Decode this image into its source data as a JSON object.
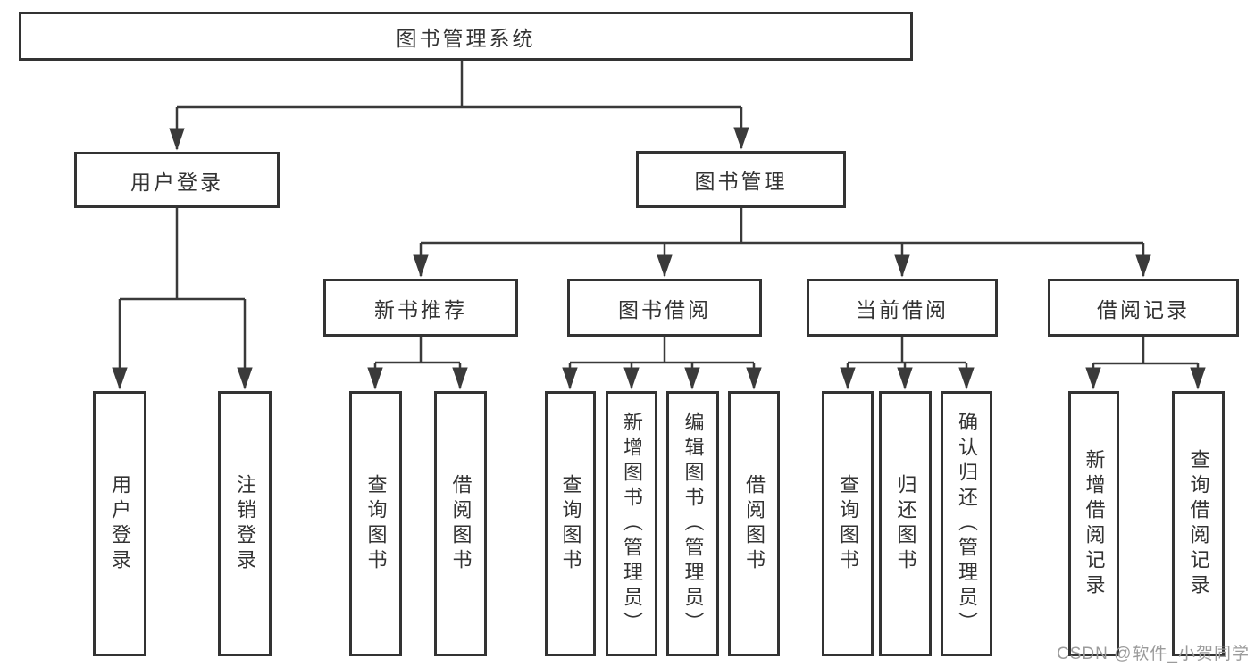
{
  "diagram": {
    "line_color": "#3a3a3a",
    "box_border_color": "#333333",
    "text_color": "#333333",
    "tree": {
      "root": {
        "label": "图书管理系统",
        "children": [
          {
            "label": "用户登录",
            "children": [
              {
                "label": "用户登录"
              },
              {
                "label": "注销登录"
              }
            ]
          },
          {
            "label": "图书管理",
            "children": [
              {
                "label": "新书推荐",
                "children": [
                  {
                    "label": "查询图书"
                  },
                  {
                    "label": "借阅图书"
                  }
                ]
              },
              {
                "label": "图书借阅",
                "children": [
                  {
                    "label": "查询图书"
                  },
                  {
                    "label": "新增图书（管理员）"
                  },
                  {
                    "label": "编辑图书（管理员）"
                  },
                  {
                    "label": "借阅图书"
                  }
                ]
              },
              {
                "label": "当前借阅",
                "children": [
                  {
                    "label": "查询图书"
                  },
                  {
                    "label": "归还图书"
                  },
                  {
                    "label": "确认归还（管理员）"
                  }
                ]
              },
              {
                "label": "借阅记录",
                "children": [
                  {
                    "label": "新增借阅记录"
                  },
                  {
                    "label": "查询借阅记录"
                  }
                ]
              }
            ]
          }
        ]
      }
    }
  },
  "watermark": {
    "text": "CSDN @软件_小贺同学",
    "color": "#9b9b9b"
  }
}
